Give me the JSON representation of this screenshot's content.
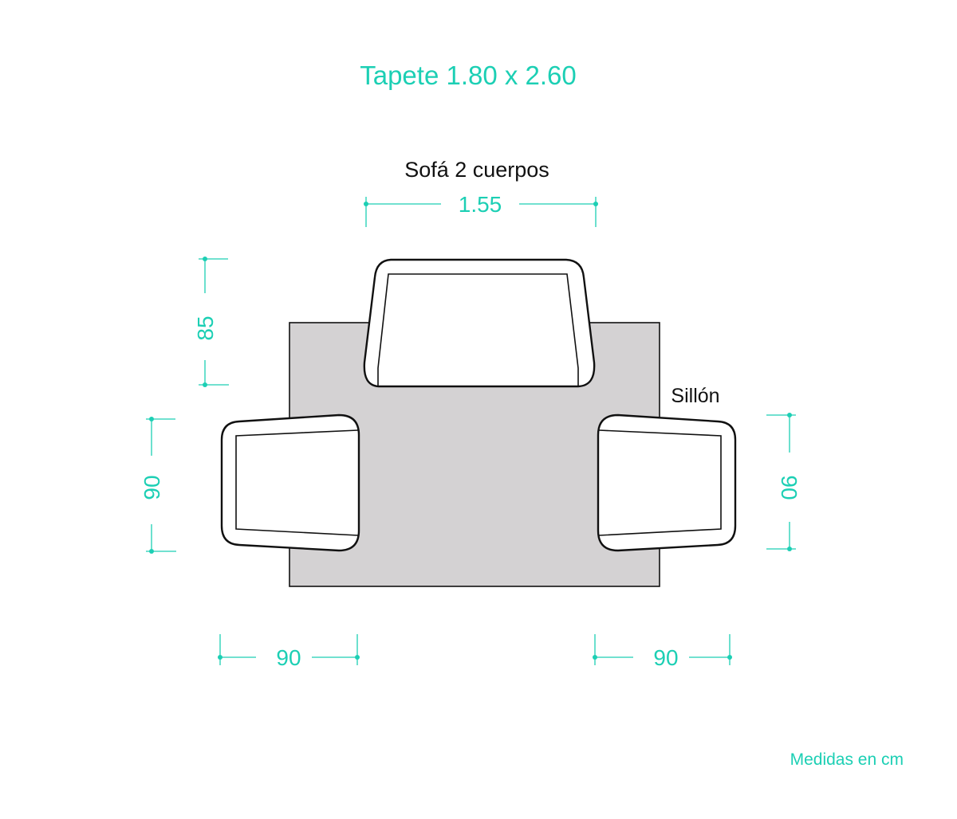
{
  "title": "Tapete 1.80 x 2.60",
  "labels": {
    "sofa": "Sofá 2 cuerpos",
    "armchair": "Sillón",
    "units_note": "Medidas en cm"
  },
  "dimensions": {
    "sofa_width": "1.55",
    "sofa_depth": "85",
    "left_armchair_width": "90",
    "right_armchair_width": "90",
    "left_armchair_depth": "90",
    "right_armchair_depth": "90"
  },
  "colors": {
    "accent": "#1ccfb4",
    "rug": "#d4d2d3",
    "outline": "#111111"
  }
}
